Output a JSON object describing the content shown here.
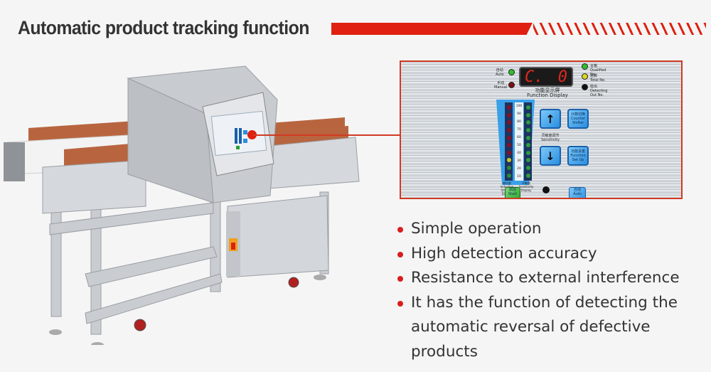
{
  "header": {
    "title": "Automatic product tracking function",
    "accent_color": "#e02010"
  },
  "machine_image": {
    "alt": "Conveyor metal detector machine with stainless steel frame, orange side guards and control panel"
  },
  "panel": {
    "border_color": "#d03a22",
    "mode_lamps": [
      {
        "cn": "自动",
        "en": "Auto",
        "color": "#2fc02f"
      },
      {
        "cn": "手动",
        "en": "Manual",
        "color": "#7a1010"
      }
    ],
    "display": {
      "left_char": "C.",
      "right_char": "0",
      "caption_cn": "功能显示屏",
      "caption_en": "Function Display"
    },
    "counter_lamps": [
      {
        "cn": "合格",
        "en": "Qualified No.",
        "color": "#2fc02f"
      },
      {
        "cn": "总数",
        "en": "Total No.",
        "color": "#d8d820"
      },
      {
        "cn": "检出",
        "en": "Detecting Out No.",
        "color": "#111111"
      }
    ],
    "meter_scale": [
      "100",
      "90",
      "80",
      "70",
      "60",
      "50",
      "40",
      "30",
      "20",
      "10"
    ],
    "meter_captions": {
      "left_cn": "感应度",
      "left_en": "Induction Strength Display",
      "right_cn": "灵敏度",
      "right_en": "Sensitivity Display"
    },
    "sensitivity": {
      "cn": "灵敏度调节",
      "en": "Sensitivity",
      "up_symbol": "↑",
      "down_symbol": "↓"
    },
    "counter_shifter": {
      "cn": "计数切换",
      "en1": "Counter",
      "en2": "Shifter"
    },
    "function_setup": {
      "cn": "功能设置",
      "en1": "Function",
      "en2": "Set Up"
    },
    "start_key": {
      "cn": "启动",
      "en": "Start"
    },
    "auto_key": {
      "cn": "自动",
      "en": "Auto"
    }
  },
  "features": [
    "Simple operation",
    "High detection accuracy",
    "Resistance to external interference",
    "It has the function of detecting the automatic reversal of defective products"
  ]
}
